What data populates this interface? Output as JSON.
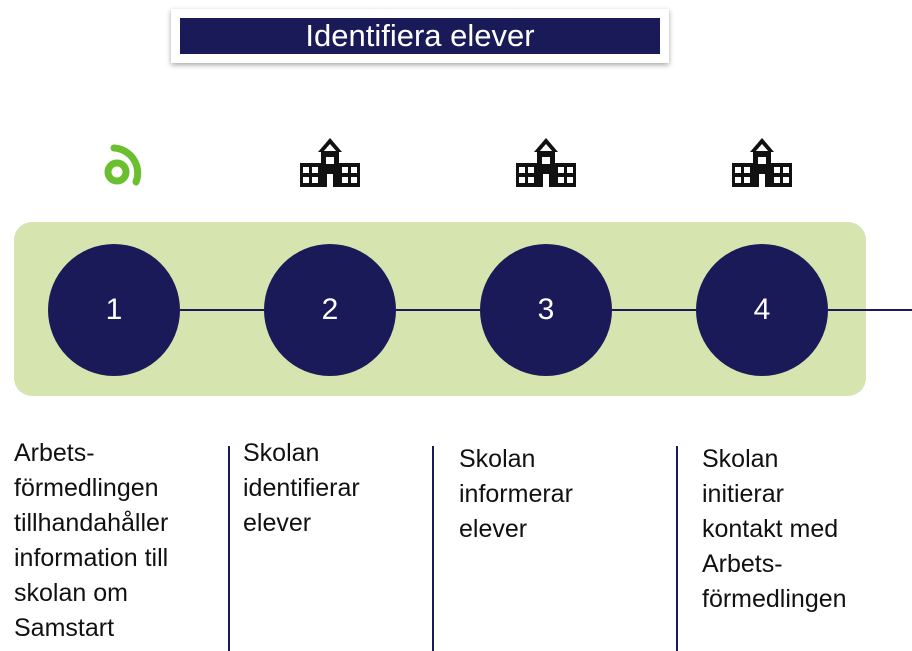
{
  "title": "Identifiera elever",
  "colors": {
    "navy": "#1b1a59",
    "band": "#d6e5b0",
    "logo_green": "#6abf2e"
  },
  "icons": [
    "arbetsformedlingen-logo-icon",
    "school-icon",
    "school-icon",
    "school-icon"
  ],
  "steps": [
    {
      "number": "1",
      "text": "Arbets-\nförmedlingen\ntillhandahåller\ninformation till\nskolan om\nSamstart"
    },
    {
      "number": "2",
      "text": "Skolan\nidentifierar\nelever"
    },
    {
      "number": "3",
      "text": "Skolan\ninformerar\nelever"
    },
    {
      "number": "4",
      "text": "Skolan\ninitierar\nkontakt med\nArbets-\nförmedlingen"
    }
  ]
}
